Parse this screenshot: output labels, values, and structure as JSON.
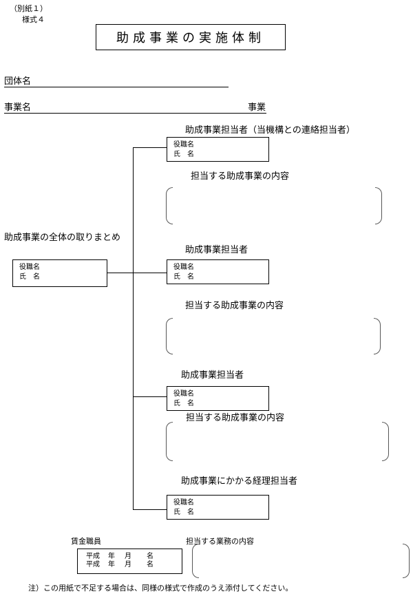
{
  "header": {
    "attachment": "（別紙１）",
    "form_number": "様式４",
    "title": "助成事業の実施体制"
  },
  "fields": {
    "organization_label": "団体名",
    "organization_value": "",
    "project_name_label": "事業名",
    "project_name_suffix": "事業",
    "project_name_value": ""
  },
  "overall": {
    "heading": "助成事業の全体の取りまとめ",
    "position_label": "役職名",
    "name_label": "氏　名"
  },
  "members": [
    {
      "heading": "助成事業担当者（当機構との連絡担当者）",
      "position_label": "役職名",
      "name_label": "氏　名",
      "content_heading": "担当する助成事業の内容",
      "content_value": ""
    },
    {
      "heading": "助成事業担当者",
      "position_label": "役職名",
      "name_label": "氏　名",
      "content_heading": "担当する助成事業の内容",
      "content_value": ""
    },
    {
      "heading": "助成事業担当者",
      "position_label": "役職名",
      "name_label": "氏　名",
      "content_heading": "担当する助成事業の内容",
      "content_value": ""
    },
    {
      "heading": "助成事業にかかる経理担当者",
      "position_label": "役職名",
      "name_label": "氏　名"
    }
  ],
  "temporary_staff": {
    "heading": "賃金職員",
    "rows": [
      {
        "era": "平成",
        "year": "年",
        "month": "月",
        "count": "名"
      },
      {
        "era": "平成",
        "year": "年",
        "month": "月",
        "count": "名"
      }
    ],
    "content_heading": "担当する業務の内容",
    "content_value": ""
  },
  "footnote": "注）この用紙で不足する場合は、同様の様式で作成のうえ添付してください。"
}
